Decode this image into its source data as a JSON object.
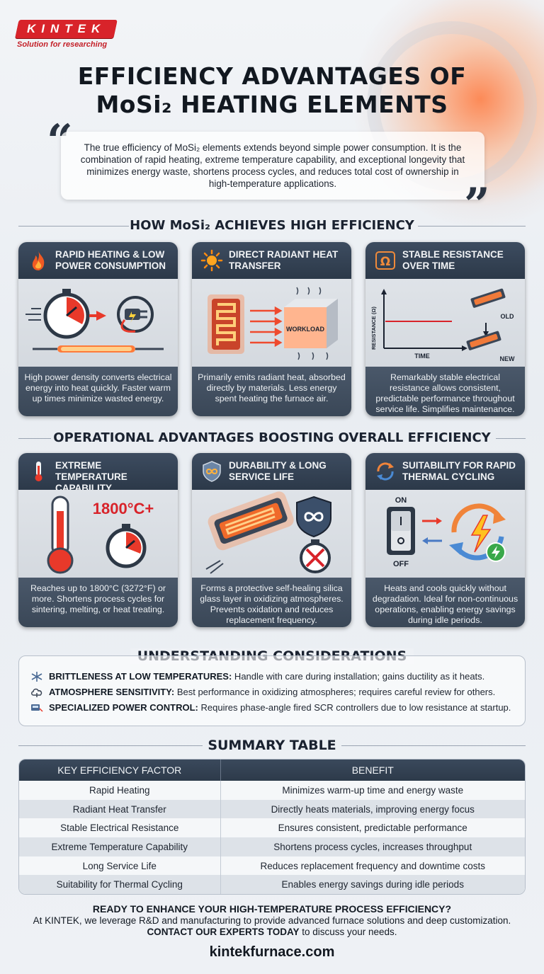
{
  "brand": {
    "logo_text": "KINTEK",
    "tagline": "Solution for researching",
    "accent": "#d8232a"
  },
  "title_line1": "EFFICIENCY ADVANTAGES OF",
  "title_line2": "MoSi₂ HEATING ELEMENTS",
  "intro": "The true efficiency of MoSi₂ elements extends beyond simple power consumption. It is the combination of rapid heating, extreme temperature capability, and exceptional longevity that minimizes energy waste, shortens process cycles, and reduces total cost of ownership in high-temperature applications.",
  "section1": {
    "title": "HOW MoSi₂ ACHIEVES HIGH EFFICIENCY",
    "cards": [
      {
        "title": "RAPID HEATING & LOW POWER CONSUMPTION",
        "icon": "flame-icon",
        "text": "High power density converts electrical energy into heat quickly. Faster warm up times minimize wasted energy."
      },
      {
        "title": "DIRECT RADIANT HEAT TRANSFER",
        "icon": "sun-icon",
        "image_label": "WORKLOAD",
        "text": "Primarily emits radiant heat, absorbed directly by materials. Less energy spent heating the furnace air."
      },
      {
        "title": "STABLE RESISTANCE OVER TIME",
        "icon": "ohm-icon",
        "axis_y": "RESISTANCE (Ω)",
        "axis_x": "TIME",
        "label_old": "OLD",
        "label_new": "NEW",
        "text": "Remarkably stable electrical resistance allows consistent, predictable performance throughout service life. Simplifies maintenance."
      }
    ]
  },
  "section2": {
    "title": "OPERATIONAL ADVANTAGES BOOSTING OVERALL EFFICIENCY",
    "cards": [
      {
        "title": "EXTREME TEMPERATURE CAPABILITY",
        "icon": "thermometer-icon",
        "image_label": "1800°C+",
        "text": "Reaches up to 1800°C (3272°F) or more. Shortens process cycles for sintering, melting, or heat treating."
      },
      {
        "title": "DURABILITY & LONG SERVICE LIFE",
        "icon": "shield-infinity-icon",
        "text": "Forms a protective self-healing silica glass layer in oxidizing atmospheres. Prevents oxidation and reduces replacement frequency."
      },
      {
        "title": "SUITABILITY FOR RAPID THERMAL CYCLING",
        "icon": "cycle-arrows-icon",
        "label_on": "ON",
        "label_off": "OFF",
        "text": "Heats and cools quickly without degradation. Ideal for non-continuous operations, enabling energy savings during idle periods."
      }
    ]
  },
  "section3": {
    "title": "UNDERSTANDING CONSIDERATIONS",
    "items": [
      {
        "label": "BRITTLENESS AT LOW TEMPERATURES:",
        "text": " Handle with care during installation; gains ductility as it heats.",
        "icon": "snowflake-icon"
      },
      {
        "label": "ATMOSPHERE SENSITIVITY:",
        "text": " Best performance in oxidizing atmospheres; requires careful review for others.",
        "icon": "cloud-icon"
      },
      {
        "label": "SPECIALIZED POWER CONTROL:",
        "text": " Requires phase-angle fired SCR controllers due to low resistance at startup.",
        "icon": "controller-icon"
      }
    ]
  },
  "section4": {
    "title": "SUMMARY TABLE",
    "headers": [
      "KEY EFFICIENCY FACTOR",
      "BENEFIT"
    ],
    "rows": [
      [
        "Rapid Heating",
        "Minimizes warm-up time and energy waste"
      ],
      [
        "Radiant Heat Transfer",
        "Directly heats materials, improving energy focus"
      ],
      [
        "Stable Electrical Resistance",
        "Ensures consistent, predictable performance"
      ],
      [
        "Extreme Temperature Capability",
        "Shortens process cycles, increases throughput"
      ],
      [
        "Long Service Life",
        "Reduces replacement frequency and downtime costs"
      ],
      [
        "Suitability for Thermal Cycling",
        "Enables energy savings during idle periods"
      ]
    ]
  },
  "cta": {
    "question": "READY TO ENHANCE YOUR HIGH-TEMPERATURE PROCESS EFFICIENCY?",
    "body": "At KINTEK, we leverage R&D and manufacturing to provide advanced furnace solutions and deep customization.",
    "contact_bold": "CONTACT OUR EXPERTS TODAY",
    "contact_rest": " to discuss your needs."
  },
  "website": "kintekfurnace.com"
}
